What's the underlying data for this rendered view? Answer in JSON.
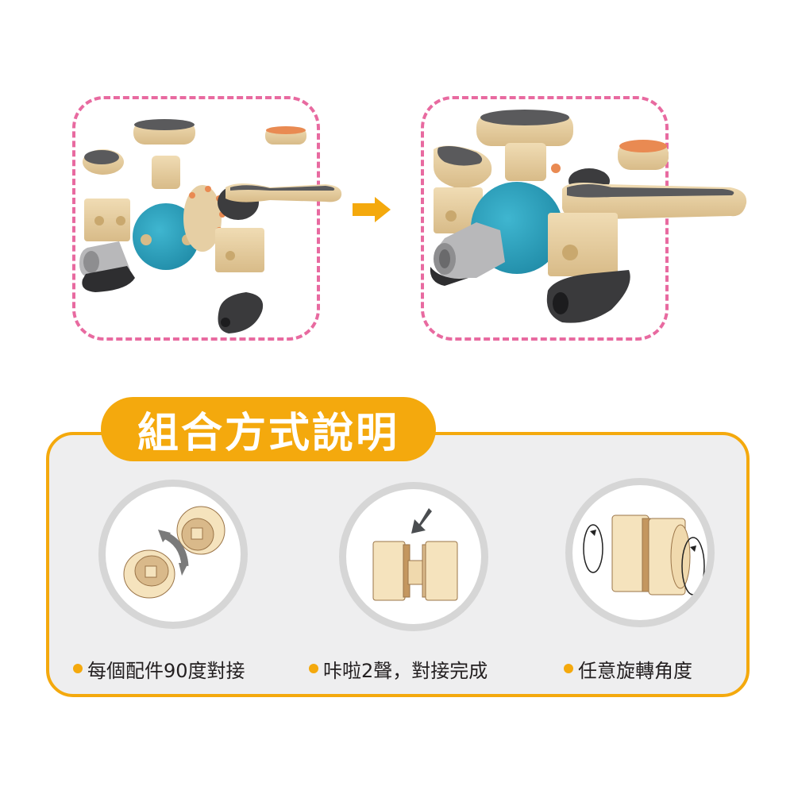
{
  "top": {
    "before_label": "exploded-parts",
    "after_label": "assembled-toy",
    "arrow_icon": "right-arrow-icon",
    "colors": {
      "frame_dash": "#e86aa0",
      "arrow": "#f4a90d",
      "wood": "#e6cfa4",
      "teal": "#2ba3c0",
      "gray": "#5a5a5c",
      "orange": "#e98a52"
    }
  },
  "section": {
    "title": "組合方式說明",
    "accent": "#f4a90d",
    "panel_bg": "#eeeeef"
  },
  "steps": [
    {
      "icon": "rotate-connect-gears-icon",
      "caption": "每個配件90度對接"
    },
    {
      "icon": "click-connect-gears-icon",
      "caption": "咔啦2聲，對接完成"
    },
    {
      "icon": "free-rotate-gears-icon",
      "caption": "任意旋轉角度"
    }
  ]
}
